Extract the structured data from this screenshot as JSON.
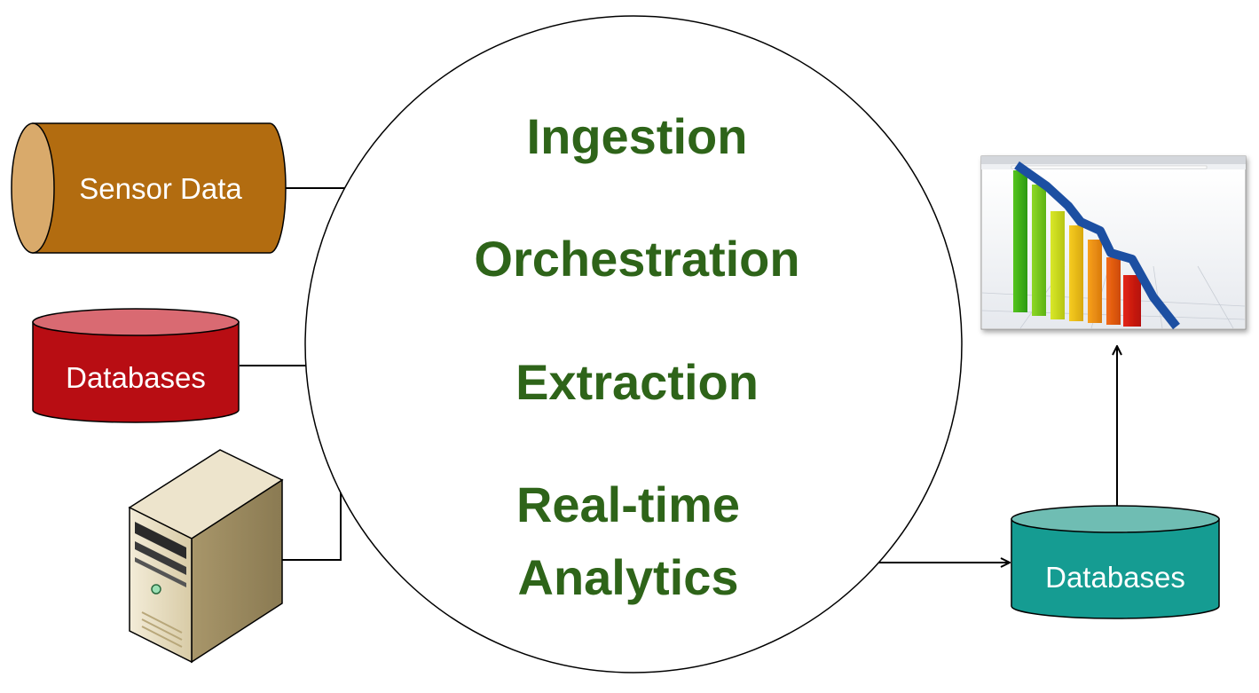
{
  "process": {
    "step1": "Ingestion",
    "step2": "Orchestration",
    "step3": "Extraction",
    "step4_line1": "Real-time",
    "step4_line2": "Analytics"
  },
  "sources": {
    "sensor": "Sensor Data",
    "databases": "Databases"
  },
  "output": {
    "databases": "Databases"
  },
  "colors": {
    "process_text": "#2e6419",
    "sensor_fill": "#b26c10",
    "sensor_cap": "#d9aa6b",
    "db_fill": "#b80d13",
    "db_cap": "#d96a72",
    "out_db_fill": "#159c92",
    "out_db_cap": "#6fbdb3"
  },
  "icons": {
    "server": "server-tower-icon",
    "report": "browser-chart-icon"
  }
}
